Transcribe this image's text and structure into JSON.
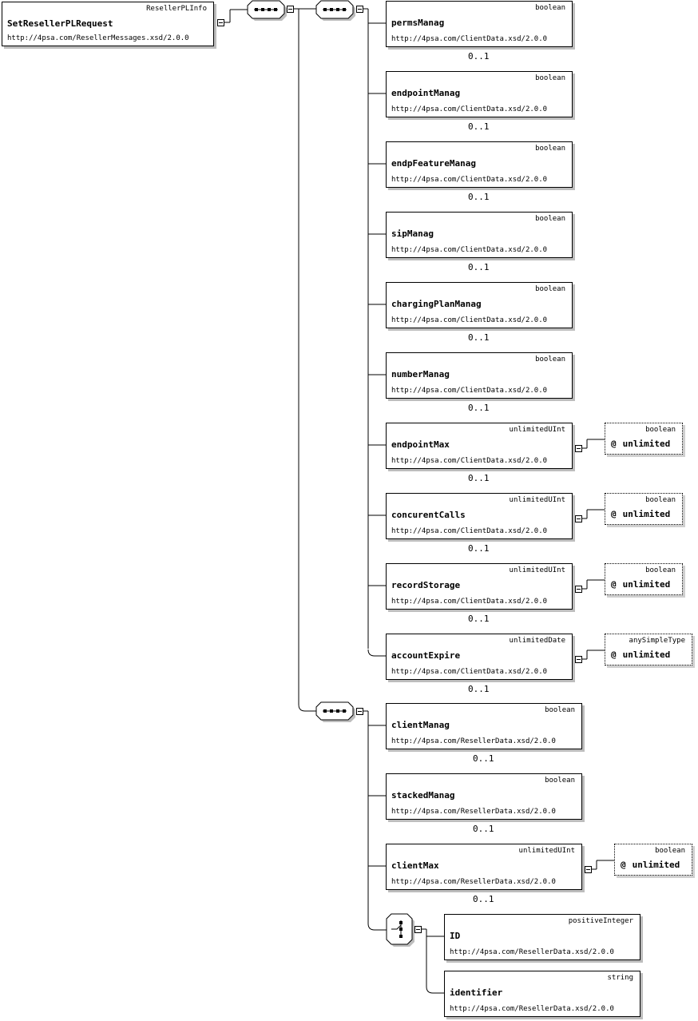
{
  "root": {
    "name": "SetResellerPLRequest",
    "type": "ResellerPLInfo",
    "namespace": "http://4psa.com/ResellerMessages.xsd/2.0.0"
  },
  "client_elements": [
    {
      "name": "permsManag",
      "type": "boolean",
      "namespace": "http://4psa.com/ClientData.xsd/2.0.0",
      "occurs": "0..1"
    },
    {
      "name": "endpointManag",
      "type": "boolean",
      "namespace": "http://4psa.com/ClientData.xsd/2.0.0",
      "occurs": "0..1"
    },
    {
      "name": "endpFeatureManag",
      "type": "boolean",
      "namespace": "http://4psa.com/ClientData.xsd/2.0.0",
      "occurs": "0..1"
    },
    {
      "name": "sipManag",
      "type": "boolean",
      "namespace": "http://4psa.com/ClientData.xsd/2.0.0",
      "occurs": "0..1"
    },
    {
      "name": "chargingPlanManag",
      "type": "boolean",
      "namespace": "http://4psa.com/ClientData.xsd/2.0.0",
      "occurs": "0..1"
    },
    {
      "name": "numberManag",
      "type": "boolean",
      "namespace": "http://4psa.com/ClientData.xsd/2.0.0",
      "occurs": "0..1"
    },
    {
      "name": "endpointMax",
      "type": "unlimitedUInt",
      "namespace": "http://4psa.com/ClientData.xsd/2.0.0",
      "occurs": "0..1",
      "attribute": {
        "symbol": "@",
        "name": "unlimited",
        "type": "boolean"
      }
    },
    {
      "name": "concurentCalls",
      "type": "unlimitedUInt",
      "namespace": "http://4psa.com/ClientData.xsd/2.0.0",
      "occurs": "0..1",
      "attribute": {
        "symbol": "@",
        "name": "unlimited",
        "type": "boolean"
      }
    },
    {
      "name": "recordStorage",
      "type": "unlimitedUInt",
      "namespace": "http://4psa.com/ClientData.xsd/2.0.0",
      "occurs": "0..1",
      "attribute": {
        "symbol": "@",
        "name": "unlimited",
        "type": "boolean"
      }
    },
    {
      "name": "accountExpire",
      "type": "unlimitedDate",
      "namespace": "http://4psa.com/ClientData.xsd/2.0.0",
      "occurs": "0..1",
      "attribute": {
        "symbol": "@",
        "name": "unlimited",
        "type": "anySimpleType"
      }
    }
  ],
  "reseller_elements": [
    {
      "name": "clientManag",
      "type": "boolean",
      "namespace": "http://4psa.com/ResellerData.xsd/2.0.0",
      "occurs": "0..1"
    },
    {
      "name": "stackedManag",
      "type": "boolean",
      "namespace": "http://4psa.com/ResellerData.xsd/2.0.0",
      "occurs": "0..1"
    },
    {
      "name": "clientMax",
      "type": "unlimitedUInt",
      "namespace": "http://4psa.com/ResellerData.xsd/2.0.0",
      "occurs": "0..1",
      "attribute": {
        "symbol": "@",
        "name": "unlimited",
        "type": "boolean"
      }
    }
  ],
  "choice_elements": [
    {
      "name": "ID",
      "type": "positiveInteger",
      "namespace": "http://4psa.com/ResellerData.xsd/2.0.0"
    },
    {
      "name": "identifier",
      "type": "string",
      "namespace": "http://4psa.com/ResellerData.xsd/2.0.0"
    }
  ],
  "icons": {
    "sequence": "sequence-compositor-icon",
    "choice": "choice-compositor-icon",
    "collapse": "collapse-toggle-icon"
  },
  "colors": {
    "line": "#000000",
    "shadow": "#bdbdbd",
    "background": "#ffffff"
  }
}
